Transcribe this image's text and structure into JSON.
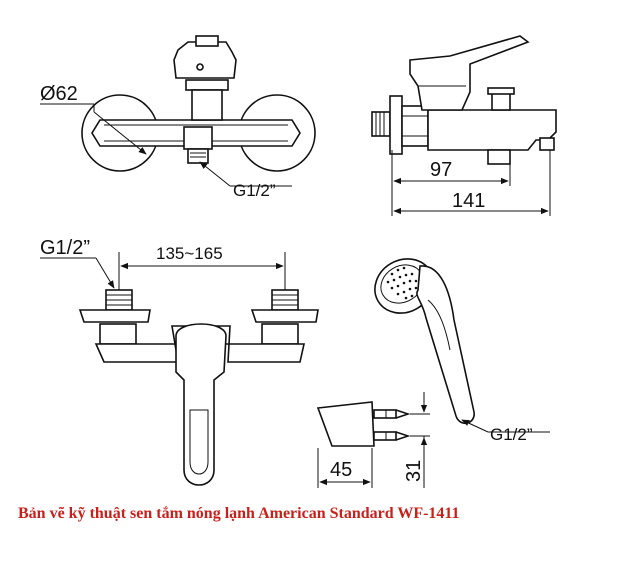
{
  "dimensions": {
    "diameter": "Ø62",
    "thread_top_view": "G1/2”",
    "depth_short": "97",
    "depth_long": "141",
    "thread_front_view": "G1/2”",
    "center_distance": "135~165",
    "thread_handshower": "G1/2”",
    "holder_width": "45",
    "holder_height": "31"
  },
  "caption": "Bản vẽ kỹ thuật sen tắm nóng lạnh American Standard WF-1411",
  "colors": {
    "line": "#111111",
    "caption": "#c8201b"
  }
}
